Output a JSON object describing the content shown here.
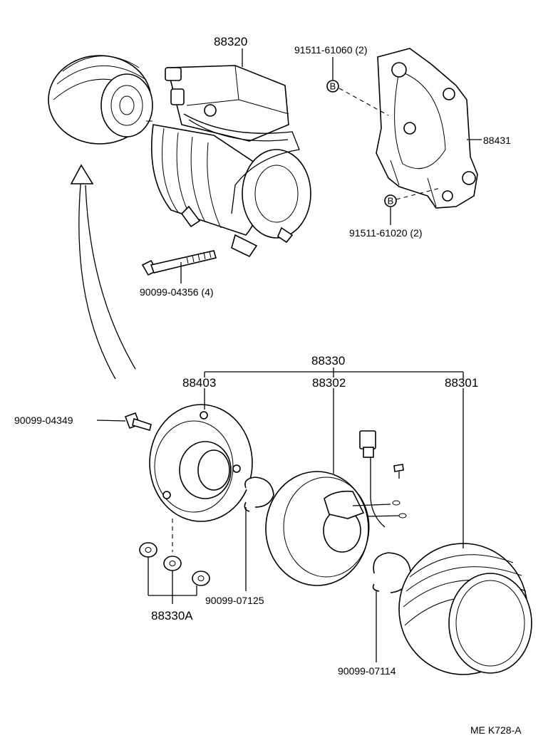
{
  "labels": {
    "compressor": "88320",
    "bolt_b_top": "91511-61060 (2)",
    "bracket": "88431",
    "bolt_b_bottom": "91511-61020 (2)",
    "long_bolt": "90099-04356 (4)",
    "clutch_assembly": "88330",
    "hub": "88403",
    "field_coil": "88302",
    "pulley": "88301",
    "hub_bolt": "90099-04349",
    "snap_ring_small": "90099-07125",
    "shims": "88330A",
    "snap_ring_large": "90099-07114",
    "figure_code": "ME K728-A"
  },
  "markers": {
    "bolt_b_top": "B",
    "bolt_b_bottom": "B"
  }
}
